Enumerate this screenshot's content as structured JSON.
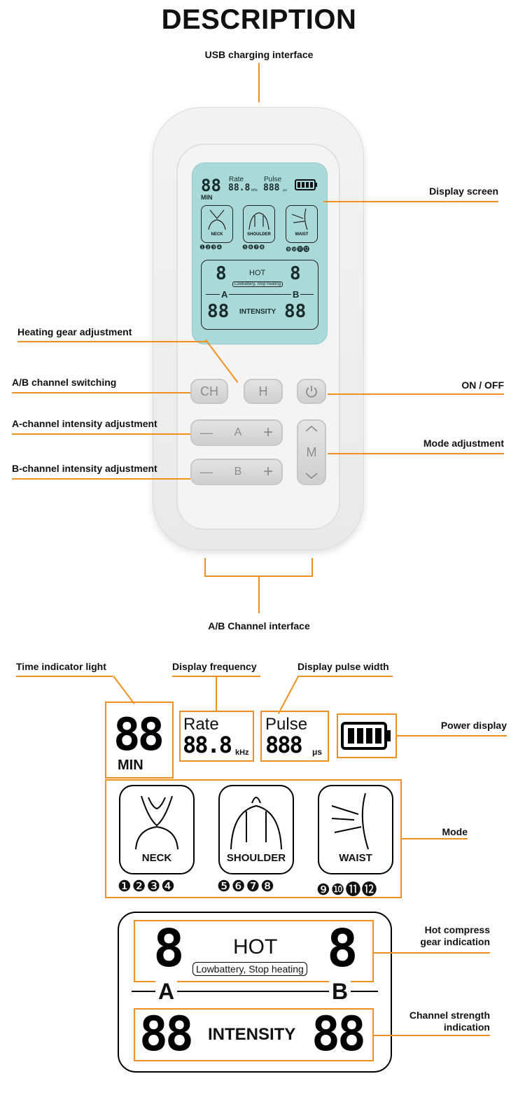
{
  "header": {
    "title": "DESCRIPTION"
  },
  "device_labels": {
    "usb": "USB charging interface",
    "display_screen": "Display screen",
    "heating_gear": "Heating gear adjustment",
    "ab_switching": "A/B channel switching",
    "on_off": "ON / OFF",
    "a_intensity": "A-channel intensity adjustment",
    "mode_adjust": "Mode adjustment",
    "b_intensity": "B-channel intensity adjustment",
    "ab_interface": "A/B Channel interface"
  },
  "buttons": {
    "ch": "CH",
    "h": "H",
    "a_minus": "—",
    "a_label": "A",
    "a_plus": "+",
    "b_minus": "—",
    "b_label": "B",
    "b_plus": "+",
    "mode": "M",
    "power_icon": "power-icon",
    "up_icon": "chevron-up-icon",
    "down_icon": "chevron-down-icon"
  },
  "screen": {
    "timer": "88",
    "timer_unit": "MIN",
    "rate_label": "Rate",
    "rate_value": "88.8",
    "rate_unit": "kHz",
    "pulse_label": "Pulse",
    "pulse_value": "888",
    "pulse_unit": "μs",
    "modes": [
      "NECK",
      "SHOULDER",
      "WAIST"
    ],
    "mode_numbers": [
      "❶❷❸❹",
      "❺❻❼❽",
      "❾❿⓫⓬"
    ],
    "hot_a": "8",
    "hot_label": "HOT",
    "hot_b": "8",
    "warning": "Lowbattery, Stop heating",
    "channel_a": "A",
    "channel_b": "B",
    "intensity_a": "88",
    "intensity_label": "INTENSITY",
    "intensity_b": "88"
  },
  "detail_labels": {
    "time_indicator": "Time indicator light",
    "display_frequency": "Display frequency",
    "display_pulse_width": "Display pulse width",
    "power_display": "Power display",
    "mode": "Mode",
    "hot_compress_1": "Hot compress",
    "hot_compress_2": "gear indication",
    "channel_strength_1": "Channel strength",
    "channel_strength_2": "indication"
  },
  "colors": {
    "accent": "#f0901f",
    "screen": "#a9d9d8"
  }
}
